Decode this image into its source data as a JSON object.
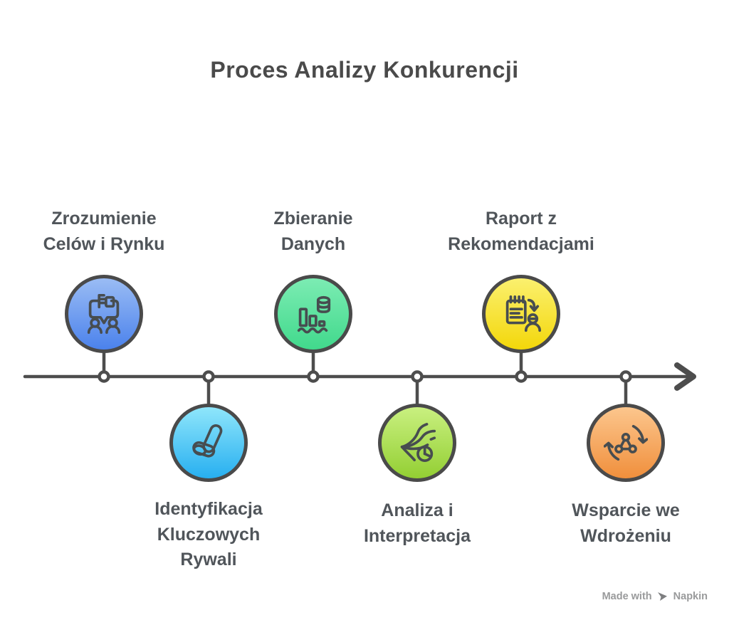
{
  "title": "Proces Analizy Konkurencji",
  "diagram_type": "horizontal-timeline-process",
  "timeline": {
    "direction": "left-to-right",
    "line_color": "#4d4d4d",
    "connector_dot_style": "open-circle-white-fill",
    "arrowhead": "chevron-right"
  },
  "nodes": [
    {
      "order": 1,
      "position": "above-line",
      "label": "Zrozumienie\nCelów i Rynku",
      "icon": "speech-bubble-thumbs-up-people-icon",
      "color_top": "#9abcf4",
      "color_bottom": "#4b82ec"
    },
    {
      "order": 2,
      "position": "above-line",
      "label": "Zbieranie\nDanych",
      "icon": "bar-chart-database-wave-icon",
      "color_top": "#7cecb3",
      "color_bottom": "#41d98c"
    },
    {
      "order": 3,
      "position": "above-line",
      "label": "Raport z\nRekomendacjami",
      "icon": "notepad-arrow-person-icon",
      "color_top": "#fbf06f",
      "color_bottom": "#f3d70a"
    },
    {
      "order": 4,
      "position": "below-line",
      "label": "Identyfikacja\nKluczowych\nRywali",
      "icon": "capsule-checkmark-icon",
      "color_top": "#8fe6fb",
      "color_bottom": "#27aff0"
    },
    {
      "order": 5,
      "position": "below-line",
      "label": "Analiza i\nInterpretacja",
      "icon": "flow-streams-pie-chart-icon",
      "color_top": "#c9f080",
      "color_bottom": "#93cf33"
    },
    {
      "order": 6,
      "position": "below-line",
      "label": "Wsparcie we\nWdrożeniu",
      "icon": "cycle-arrows-network-triangle-icon",
      "color_top": "#fcc68d",
      "color_bottom": "#f08f3c"
    }
  ],
  "watermark": {
    "prefix": "Made with",
    "brand": "Napkin",
    "icon": "napkin-pennant-icon"
  },
  "colors": {
    "title_text": "#4a4a4a",
    "label_text": "#50555a",
    "outline_stroke": "#4a4a4a",
    "icon_stroke": "#474d50",
    "watermark_text": "#999a9b",
    "background": "#ffffff"
  }
}
